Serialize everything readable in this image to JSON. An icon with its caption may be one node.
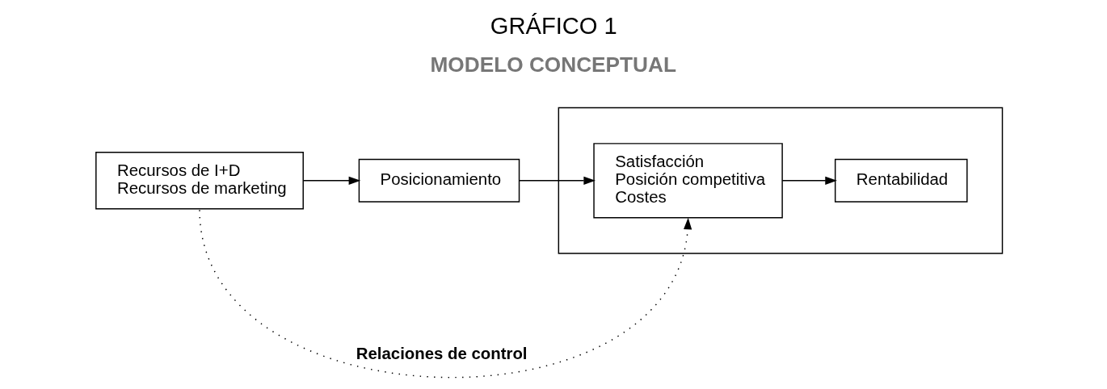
{
  "diagram": {
    "title": "GRÁFICO 1",
    "caption": "MODELO CONCEPTUAL",
    "nodes": [
      {
        "text": [
          "Recursos de I+D",
          "Recursos de marketing"
        ]
      },
      {
        "text": [
          "Posicionamiento"
        ]
      },
      {
        "text": [],
        "shape": "box"
      },
      {
        "text": [
          "Satisfacción",
          "Posición competitiva",
          "Costes"
        ],
        "in": 2
      },
      {
        "text": [
          "Rentabilidad"
        ],
        "in": 2
      }
    ],
    "edges": [
      {
        "from": 0,
        "to": 1,
        "arrow": "to"
      },
      {
        "from": 1,
        "to": 3,
        "arrow": "to"
      },
      {
        "from": 3,
        "to": 4,
        "arrow": "to"
      },
      {
        "from": 0,
        "to": 3,
        "arrow": "to",
        "style": "dashed",
        "label": "Relaciones de control"
      }
    ]
  }
}
